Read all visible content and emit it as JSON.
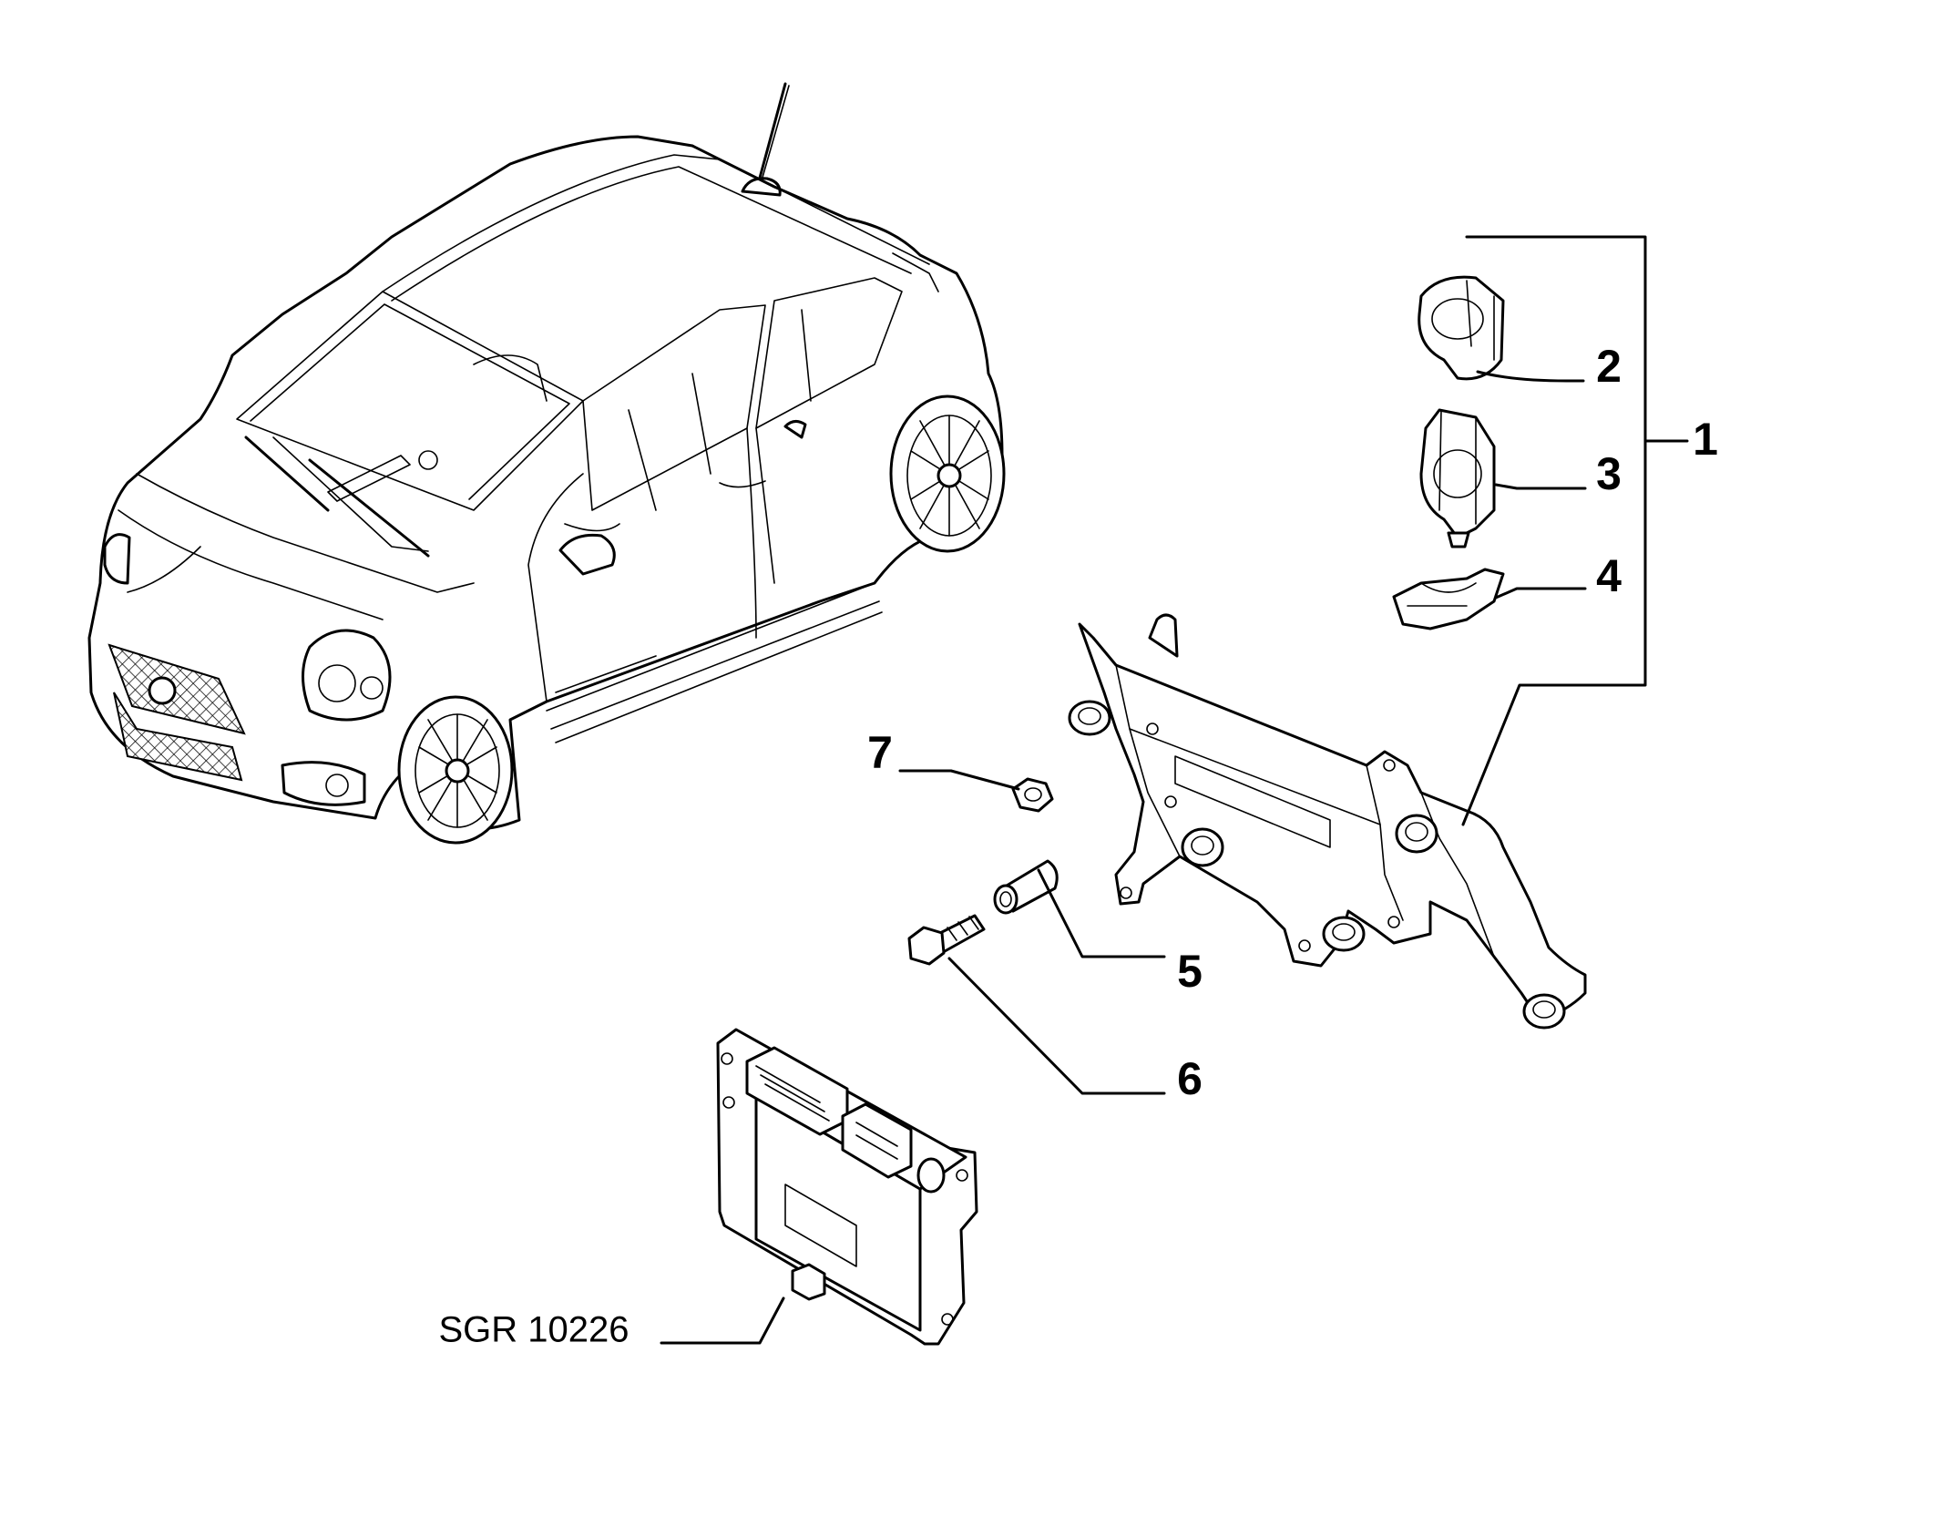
{
  "callouts": {
    "c1": "1",
    "c2": "2",
    "c3": "3",
    "c4": "4",
    "c5": "5",
    "c6": "6",
    "c7": "7"
  },
  "reference_code": "SGR 10226",
  "icons": {
    "car": "car-icon",
    "ecu": "control-unit-icon",
    "bracket": "mounting-bracket-icon",
    "clip_2": "cable-clip-icon",
    "clip_3": "cable-clip-icon",
    "clip_4": "cable-clip-icon",
    "bushing": "spacer-bushing-icon",
    "bolt": "bolt-icon",
    "nut": "nut-icon"
  }
}
